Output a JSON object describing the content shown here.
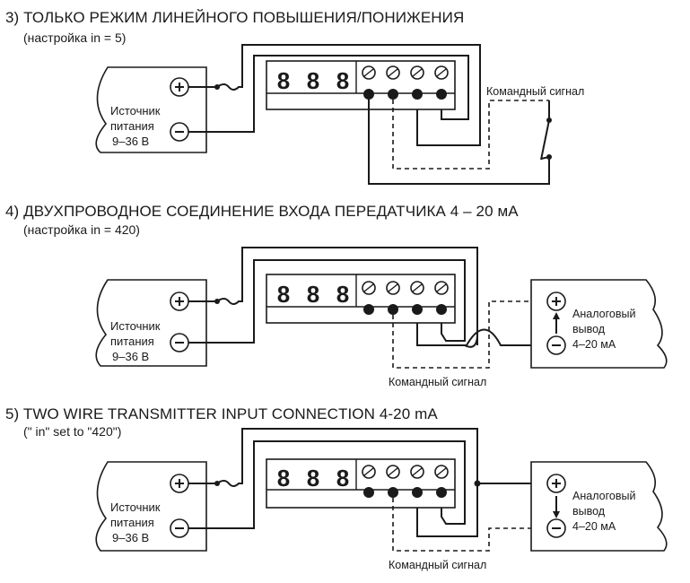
{
  "sections": [
    {
      "title": "3) ТОЛЬКО РЕЖИМ ЛИНЕЙНОГО ПОВЫШЕНИЯ/ПОНИЖЕНИЯ",
      "subtitle": "(настройка in = 5)",
      "source": {
        "line1": "Источник",
        "line2": "питания",
        "line3": "9–36 В"
      },
      "digits": [
        "8",
        "8",
        "8"
      ],
      "signal_label": "Командный сигнал"
    },
    {
      "title": "4) ДВУХПРОВОДНОЕ СОЕДИНЕНИЕ ВХОДА ПЕРЕДАТЧИКА 4 – 20 мА",
      "subtitle": "(настройка in = 420)",
      "source": {
        "line1": "Источник",
        "line2": "питания",
        "line3": "9–36 В"
      },
      "digits": [
        "8",
        "8",
        "8"
      ],
      "signal_label": "Командный сигнал",
      "output": {
        "line1": "Аналоговый",
        "line2": "вывод",
        "line3": "4–20 мА"
      }
    },
    {
      "title": "5) TWO WIRE TRANSMITTER INPUT CONNECTION 4-20 mA",
      "subtitle": "(\" in\" set to \"420\")",
      "source": {
        "line1": "Источник",
        "line2": "питания",
        "line3": "9–36 В"
      },
      "digits": [
        "8",
        "8",
        "8"
      ],
      "signal_label": "Командный сигнал",
      "output": {
        "line1": "Аналоговый",
        "line2": "вывод",
        "line3": "4–20 мА"
      }
    }
  ]
}
